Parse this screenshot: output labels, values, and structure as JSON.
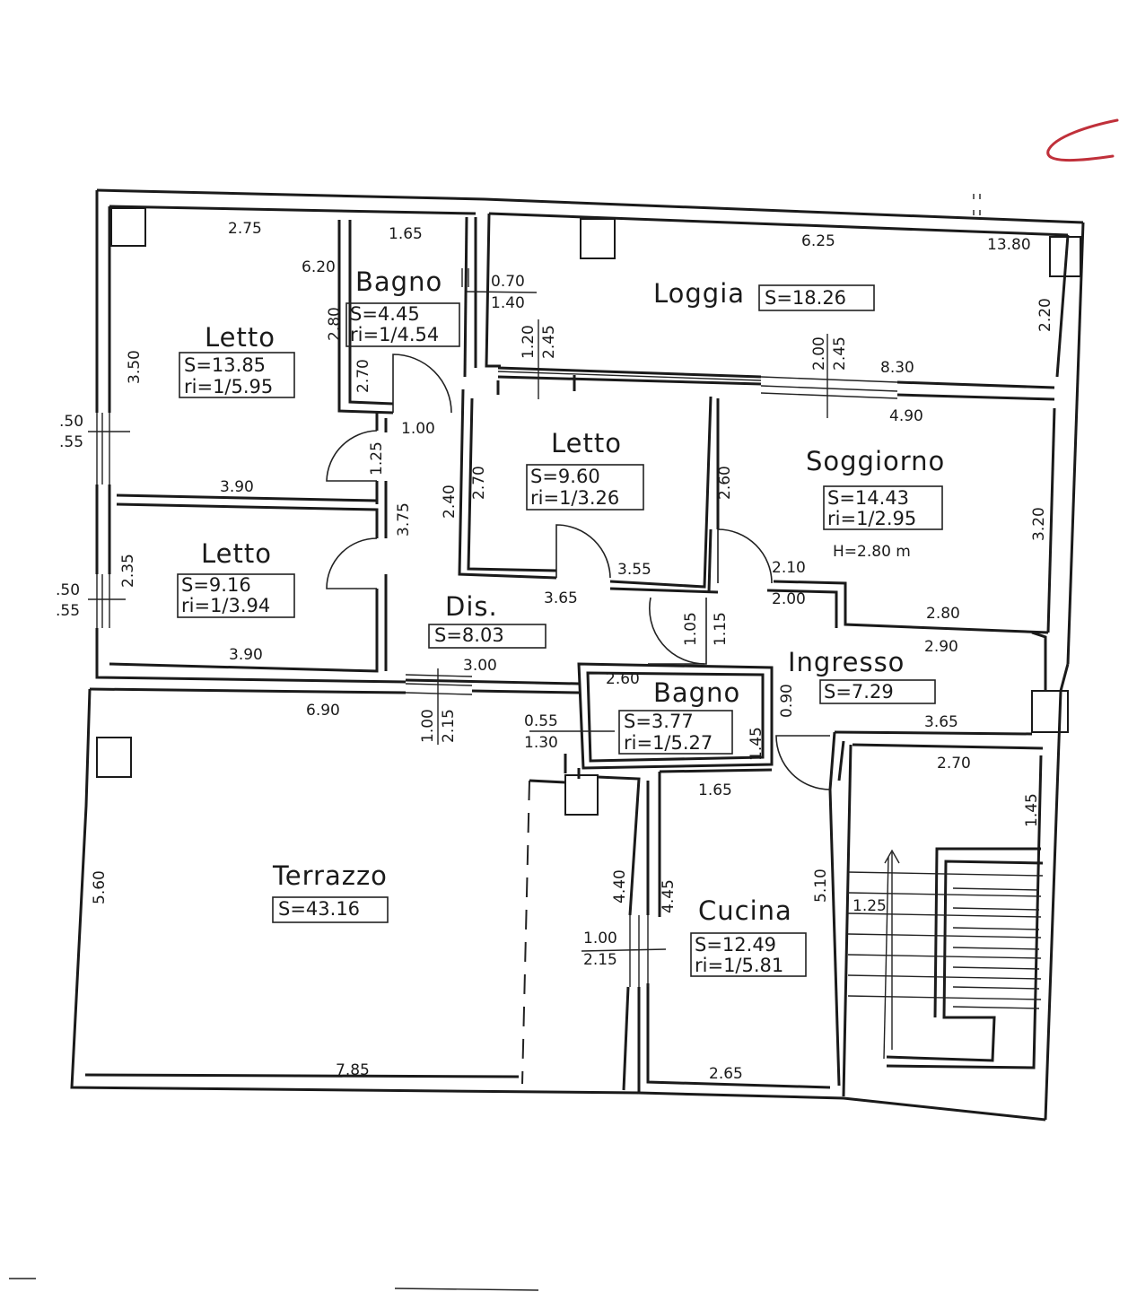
{
  "rooms": {
    "letto1": {
      "name": "Letto",
      "area": "S=13.85",
      "ratio": "ri=1/5.95"
    },
    "bagno1": {
      "name": "Bagno",
      "area": "S=4.45",
      "ratio": "ri=1/4.54"
    },
    "loggia": {
      "name": "Loggia",
      "area": "S=18.26"
    },
    "letto2": {
      "name": "Letto",
      "area": "S=9.60",
      "ratio": "ri=1/3.26"
    },
    "soggiorno": {
      "name": "Soggiorno",
      "area": "S=14.43",
      "ratio": "ri=1/2.95",
      "height": "H=2.80 m"
    },
    "letto3": {
      "name": "Letto",
      "area": "S=9.16",
      "ratio": "ri=1/3.94"
    },
    "dis": {
      "name": "Dis.",
      "area": "S=8.03"
    },
    "ingresso": {
      "name": "Ingresso",
      "area": "S=7.29"
    },
    "bagno2": {
      "name": "Bagno",
      "area": "S=3.77",
      "ratio": "ri=1/5.27"
    },
    "terrazzo": {
      "name": "Terrazzo",
      "area": "S=43.16"
    },
    "cucina": {
      "name": "Cucina",
      "area": "S=12.49",
      "ratio": "ri=1/5.81"
    }
  },
  "dimensions": {
    "d275": "2.75",
    "d165a": "1.65",
    "d625": "6.25",
    "d1380": "13.80",
    "d620": "6.20",
    "d070": "0.70",
    "d140": "1.40",
    "d280a": "2.80",
    "d350": "3.50",
    "d270a": "2.70",
    "d120": "1.20",
    "d245a": "2.45",
    "d200a": "2.00",
    "d245b": "2.45",
    "d830": "8.30",
    "d220": "2.20",
    "d050a": ".50",
    "d055a": ".55",
    "d100a": "1.00",
    "d490": "4.90",
    "d125a": "1.25",
    "d240": "2.40",
    "d270b": "2.70",
    "d260a": "2.60",
    "d390a": "3.90",
    "d375": "3.75",
    "d235": "2.35",
    "d320": "3.20",
    "d050b": ".50",
    "d055b": ".55",
    "d355": "3.55",
    "d210": "2.10",
    "d365": "3.65",
    "d200b": "2.00",
    "d105": "1.05",
    "d115": "1.15",
    "d280b": "2.80",
    "d390b": "3.90",
    "d300": "3.00",
    "d290": "2.90",
    "d260b": "2.60",
    "d690": "6.90",
    "d100b": "1.00",
    "d215a": "2.15",
    "d055c": "0.55",
    "d130": "1.30",
    "d145a": "1.45",
    "d090": "0.90",
    "d365b": "3.65",
    "d270c": "2.70",
    "d165b": "1.65",
    "d145b": "1.45",
    "d440": "4.40",
    "d445": "4.45",
    "d510": "5.10",
    "d125b": "1.25",
    "d560": "5.60",
    "d100c": "1.00",
    "d215b": "2.15",
    "d785": "7.85",
    "d265": "2.65"
  }
}
